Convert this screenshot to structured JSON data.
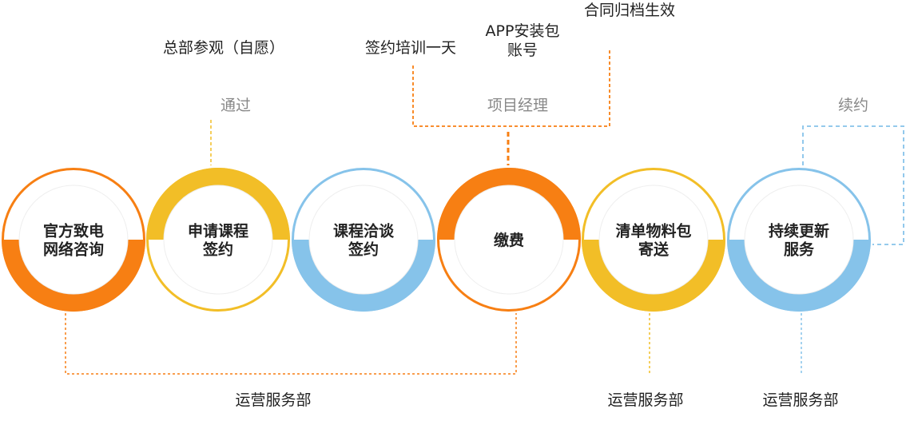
{
  "colors": {
    "orange": "#F77F13",
    "yellow": "#F2BE27",
    "blue": "#86C3EA",
    "text": "#222222",
    "muted": "#888888"
  },
  "steps": [
    {
      "lines": [
        "官方致电",
        "网络咨询"
      ],
      "color": "orange",
      "fill": "bottom"
    },
    {
      "lines": [
        "申请课程",
        "签约"
      ],
      "color": "yellow",
      "fill": "top"
    },
    {
      "lines": [
        "课程洽谈",
        "签约"
      ],
      "color": "blue",
      "fill": "bottom"
    },
    {
      "lines": [
        "缴费"
      ],
      "color": "orange",
      "fill": "top"
    },
    {
      "lines": [
        "清单物料包",
        "寄送"
      ],
      "color": "yellow",
      "fill": "bottom"
    },
    {
      "lines": [
        "持续更新",
        "服务"
      ],
      "color": "blue",
      "fill": "bottom"
    }
  ],
  "annotations": {
    "hq_visit": "总部参观（自愿）",
    "pass": "通过",
    "training": "签约培训一天",
    "app_account_1": "APP安装包",
    "app_account_2": "账号",
    "contract_archive": "合同归档生效",
    "project_manager": "项目经理",
    "renewal": "续约",
    "ops_1": "运营服务部",
    "ops_2": "运营服务部",
    "ops_3": "运营服务部"
  }
}
